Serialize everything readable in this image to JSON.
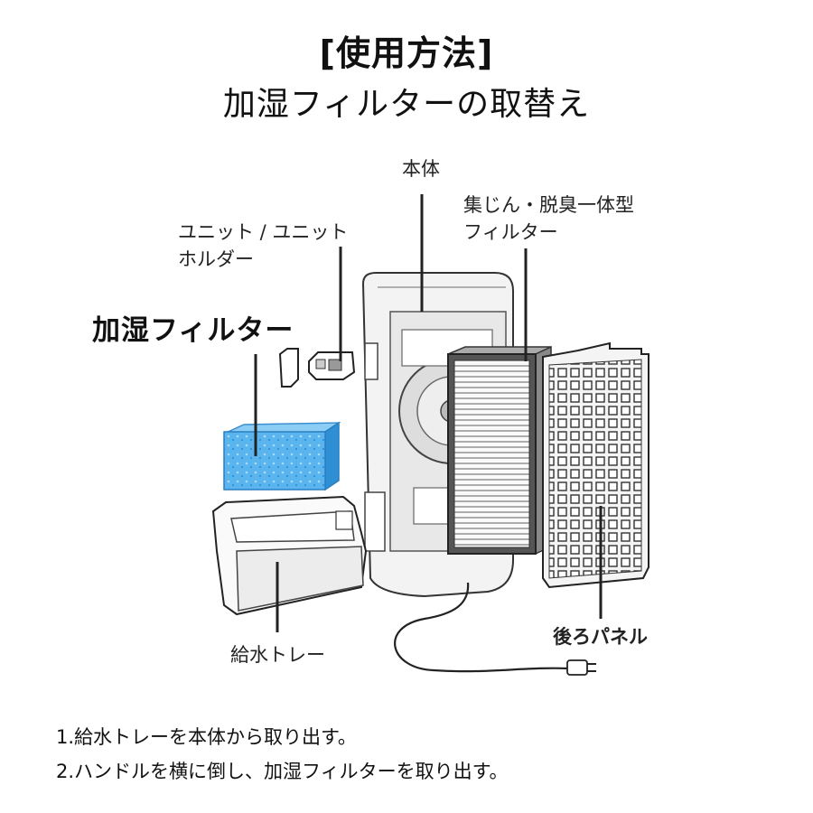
{
  "header": {
    "title": "[使用方法]",
    "subtitle": "加湿フィルターの取替え"
  },
  "diagram": {
    "labels": {
      "main_body": "本体",
      "dust_filter_line1": "集じん・脱臭一体型",
      "dust_filter_line2": "フィルター",
      "unit_holder_line1": "ユニット / ユニット",
      "unit_holder_line2": "ホルダー",
      "humidifying_filter": "加湿フィルター",
      "back_panel": "後ろパネル",
      "water_tray": "給水トレー"
    },
    "colors": {
      "humidifying_filter": "#4aa8e8",
      "line": "#222222"
    }
  },
  "instructions": {
    "step1": "1.給水トレーを本体から取り出す。",
    "step2": "2.ハンドルを横に倒し、加湿フィルターを取り出す。"
  }
}
